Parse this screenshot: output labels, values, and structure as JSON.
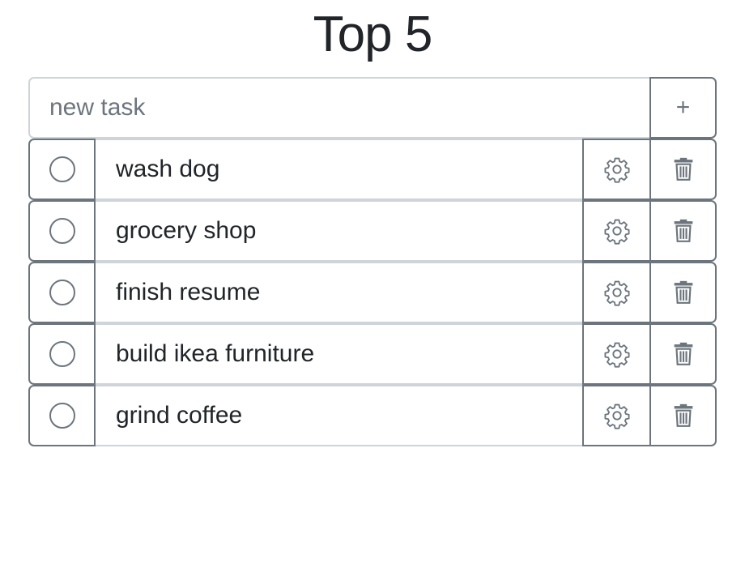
{
  "header": {
    "title": "Top 5"
  },
  "new_task": {
    "placeholder": "new task",
    "value": "",
    "add_label": "+"
  },
  "tasks": [
    {
      "label": "wash dog",
      "done": false
    },
    {
      "label": "grocery shop",
      "done": false
    },
    {
      "label": "finish resume",
      "done": false
    },
    {
      "label": "build ikea furniture",
      "done": false
    },
    {
      "label": "grind coffee",
      "done": false
    }
  ],
  "icons": {
    "settings": "gear-icon",
    "delete": "trash-icon",
    "complete": "circle-icon"
  },
  "colors": {
    "text": "#212529",
    "muted": "#6c757d",
    "border_light": "#ced4da",
    "background": "#ffffff"
  }
}
